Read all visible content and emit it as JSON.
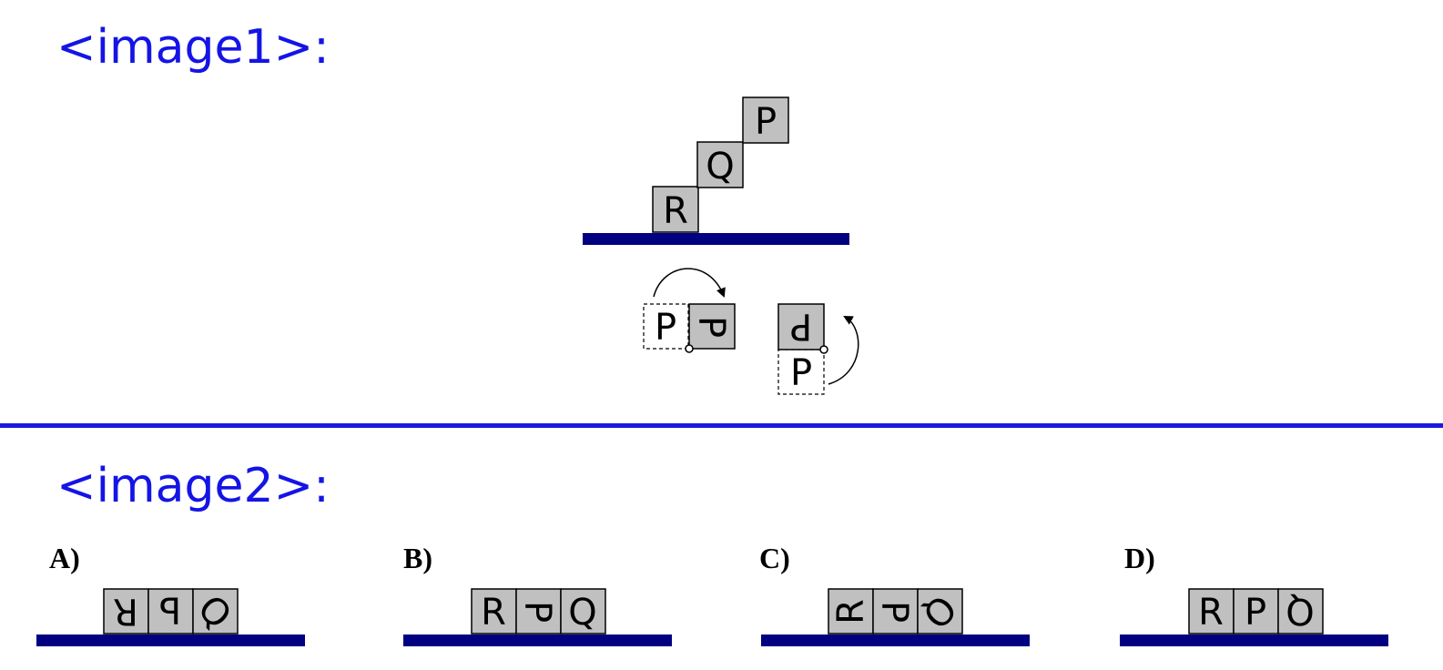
{
  "captions": {
    "image1": "<image1>:",
    "image2": "<image2>:"
  },
  "colors": {
    "caption": "#1414e6",
    "divider": "#1a1ae0",
    "base_bar": "#000080",
    "block_fill": "#c0c0c0"
  },
  "figure1": {
    "staircase": [
      "R",
      "Q",
      "P"
    ],
    "roll_examples": [
      {
        "from": "P",
        "to": "P",
        "direction": "right"
      },
      {
        "from": "P",
        "to": "P",
        "direction": "up"
      }
    ]
  },
  "options": [
    {
      "label": "A)",
      "blocks": [
        "R",
        "P",
        "Q"
      ]
    },
    {
      "label": "B)",
      "blocks": [
        "R",
        "P",
        "Q"
      ]
    },
    {
      "label": "C)",
      "blocks": [
        "R",
        "P",
        "Q"
      ]
    },
    {
      "label": "D)",
      "blocks": [
        "R",
        "P",
        "Q"
      ]
    }
  ]
}
